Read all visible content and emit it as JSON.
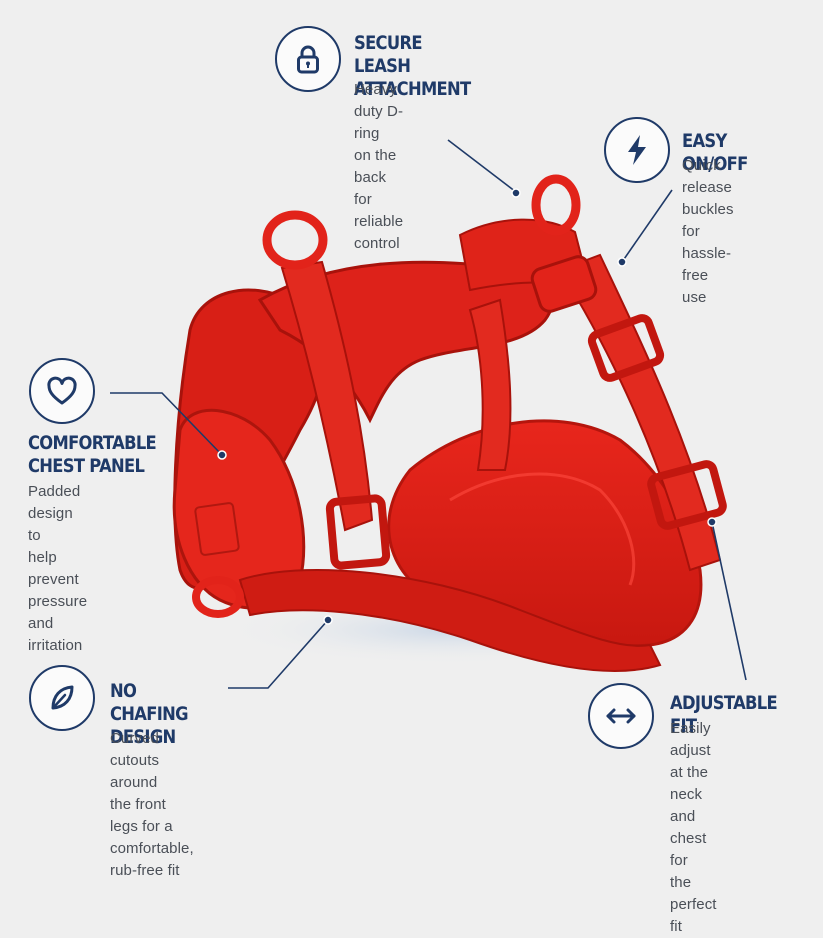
{
  "colors": {
    "navy": "#1f3a68",
    "harness_red": "#e2231a",
    "background": "#efefef",
    "body_text": "#4a4f57"
  },
  "features": {
    "leash": {
      "icon": "lock-icon",
      "title": "SECURE LEASH\nATTACHMENT",
      "description": "Heavy duty D-ring\non the back for\nreliable control"
    },
    "easy": {
      "icon": "lightning-icon",
      "title": "EASY ON/OFF",
      "description": "Quick release\nbuckles for\nhassle-free use"
    },
    "comfort": {
      "icon": "heart-icon",
      "title": "COMFORTABLE\nCHEST PANEL",
      "description": "Padded design to\nhelp prevent\npressure and\nirritation"
    },
    "chafing": {
      "icon": "leaf-icon",
      "title": "NO CHAFING\nDESIGN",
      "description": "Curved cutouts around\nthe front legs for a\ncomfortable, rub-free fit"
    },
    "adjust": {
      "icon": "double-arrow-icon",
      "title": "ADJUSTABLE FIT",
      "description": "Easily adjust at the\nneck and chest for\nthe perfect fit"
    }
  }
}
